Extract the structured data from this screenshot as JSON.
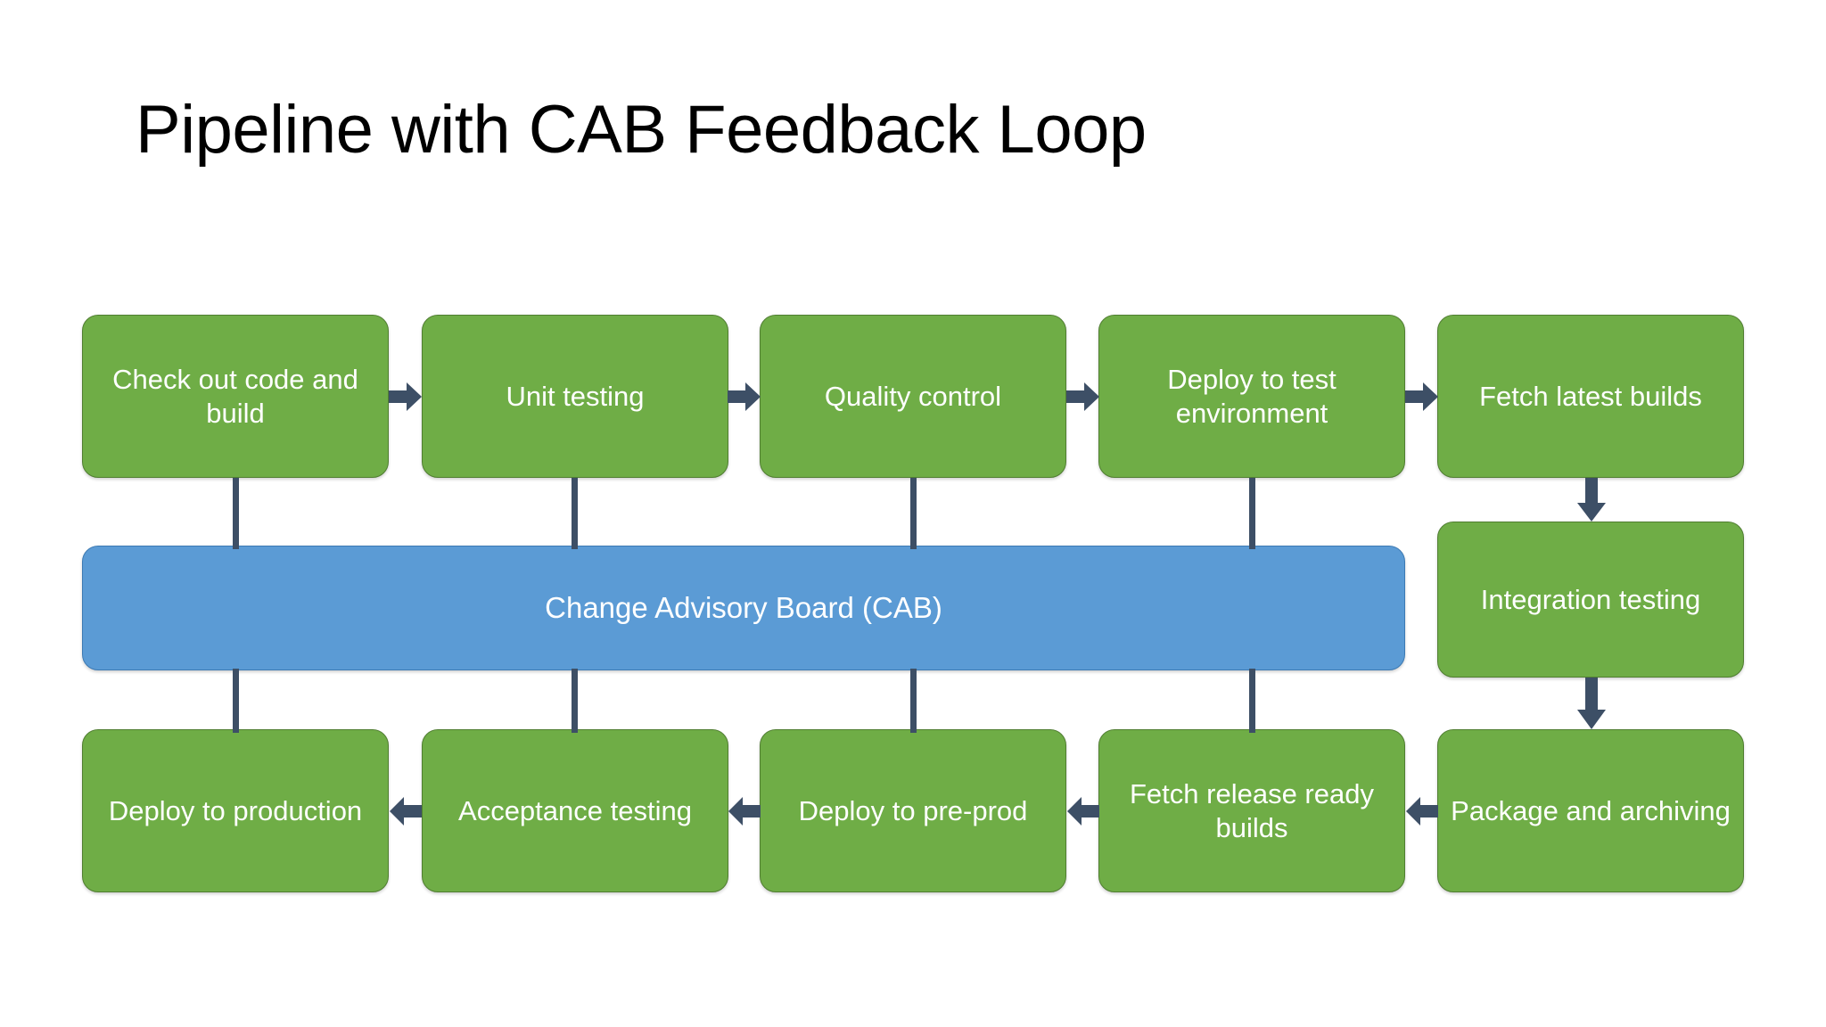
{
  "slide": {
    "title": "Pipeline with CAB Feedback Loop",
    "background": "#FFFFFF"
  },
  "colors": {
    "node_green_fill": "#6FAD46",
    "node_green_border": "#507E31",
    "node_blue_fill": "#5B9BD5",
    "node_blue_border": "#3D7AB3",
    "connector": "#3D4F66",
    "node_text": "#FFFFFF",
    "title_text": "#000000"
  },
  "diagram": {
    "type": "flowchart",
    "top_row": [
      {
        "id": "checkout-build",
        "label": "Check out code and build"
      },
      {
        "id": "unit-testing",
        "label": "Unit testing"
      },
      {
        "id": "quality-control",
        "label": "Quality control"
      },
      {
        "id": "deploy-test-env",
        "label": "Deploy to test environment"
      },
      {
        "id": "fetch-latest-builds",
        "label": "Fetch latest builds"
      }
    ],
    "middle_row": [
      {
        "id": "cab",
        "label": "Change Advisory Board (CAB)"
      },
      {
        "id": "integration-testing",
        "label": "Integration testing"
      }
    ],
    "bottom_row": [
      {
        "id": "deploy-production",
        "label": "Deploy to production"
      },
      {
        "id": "acceptance-testing",
        "label": "Acceptance testing"
      },
      {
        "id": "deploy-pre-prod",
        "label": "Deploy to pre-prod"
      },
      {
        "id": "fetch-release-ready-builds",
        "label": "Fetch release ready builds"
      },
      {
        "id": "package-archiving",
        "label": "Package and archiving"
      }
    ],
    "flow_arrows": [
      {
        "from": "checkout-build",
        "to": "unit-testing",
        "direction": "right"
      },
      {
        "from": "unit-testing",
        "to": "quality-control",
        "direction": "right"
      },
      {
        "from": "quality-control",
        "to": "deploy-test-env",
        "direction": "right"
      },
      {
        "from": "deploy-test-env",
        "to": "fetch-latest-builds",
        "direction": "right"
      },
      {
        "from": "fetch-latest-builds",
        "to": "integration-testing",
        "direction": "down"
      },
      {
        "from": "integration-testing",
        "to": "package-archiving",
        "direction": "down"
      },
      {
        "from": "package-archiving",
        "to": "fetch-release-ready-builds",
        "direction": "left"
      },
      {
        "from": "fetch-release-ready-builds",
        "to": "deploy-pre-prod",
        "direction": "left"
      },
      {
        "from": "deploy-pre-prod",
        "to": "acceptance-testing",
        "direction": "left"
      },
      {
        "from": "acceptance-testing",
        "to": "deploy-production",
        "direction": "left"
      }
    ],
    "cab_links": [
      {
        "node": "checkout-build",
        "side": "top"
      },
      {
        "node": "unit-testing",
        "side": "top"
      },
      {
        "node": "quality-control",
        "side": "top"
      },
      {
        "node": "deploy-test-env",
        "side": "top"
      },
      {
        "node": "deploy-production",
        "side": "bottom"
      },
      {
        "node": "acceptance-testing",
        "side": "bottom"
      },
      {
        "node": "deploy-pre-prod",
        "side": "bottom"
      },
      {
        "node": "fetch-release-ready-builds",
        "side": "bottom"
      }
    ]
  }
}
